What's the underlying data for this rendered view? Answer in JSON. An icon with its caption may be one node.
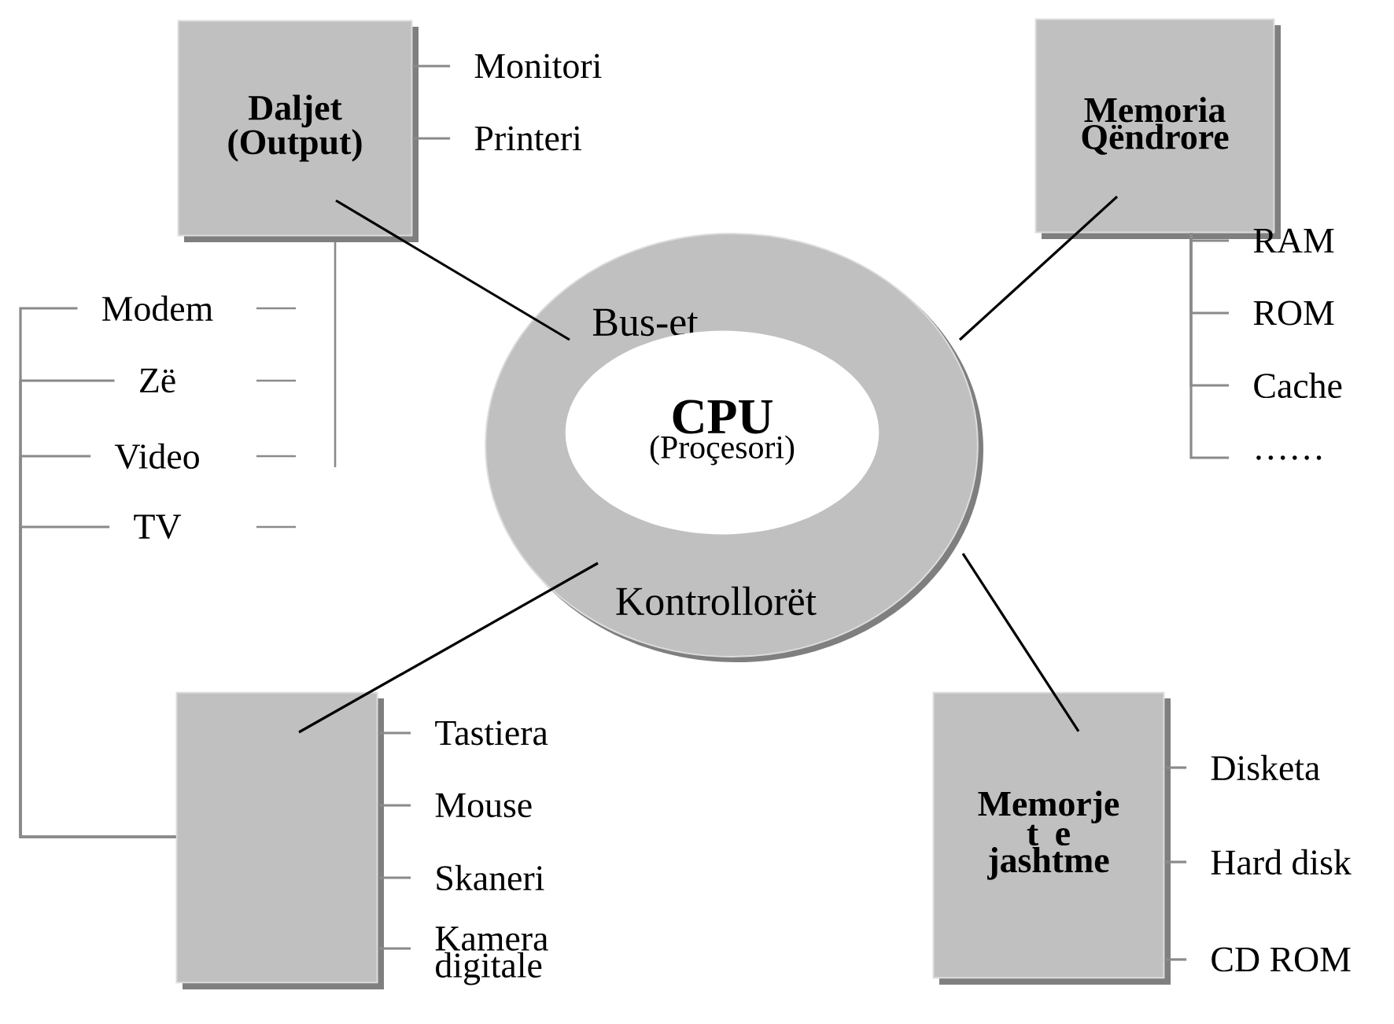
{
  "diagram": {
    "nodes": [
      {
        "text": [
          "Bus-et",
          "Kontrollorët"
        ]
      },
      {
        "text": [
          "CPU",
          "(Proçesori)"
        ],
        "in": 0
      },
      {
        "text": [
          "Daljet (Output)"
        ]
      },
      {
        "text": [
          "Monitori"
        ]
      },
      {
        "text": [
          "Printeri"
        ]
      },
      {
        "text": [
          "Memoria Qëndrore"
        ]
      },
      {
        "text": [
          "RAM"
        ]
      },
      {
        "text": [
          "ROM"
        ]
      },
      {
        "text": [
          "Cache"
        ]
      },
      {
        "text": [
          "……"
        ]
      },
      {
        "text": [
          "Modem"
        ]
      },
      {
        "text": [
          "Zë"
        ]
      },
      {
        "text": [
          "Video"
        ]
      },
      {
        "text": [
          "TV"
        ]
      },
      {
        "text": [],
        "shape": "box"
      },
      {
        "text": [
          "Tastiera"
        ]
      },
      {
        "text": [
          "Mouse"
        ]
      },
      {
        "text": [
          "Skaneri"
        ]
      },
      {
        "text": [
          "Kamera digitale"
        ]
      },
      {
        "text": [
          "Memorje t e jashtme"
        ]
      },
      {
        "text": [
          "Disketa"
        ]
      },
      {
        "text": [
          "Hard disk"
        ]
      },
      {
        "text": [
          "CD ROM"
        ]
      }
    ],
    "edges": [
      {
        "from": 2,
        "to": 0,
        "arrow": "none",
        "color": "#000000"
      },
      {
        "from": 5,
        "to": 0,
        "arrow": "none",
        "color": "#000000"
      },
      {
        "from": 14,
        "to": 0,
        "arrow": "none",
        "color": "#000000"
      },
      {
        "from": 19,
        "to": 0,
        "arrow": "none",
        "color": "#000000"
      },
      {
        "from": 2,
        "to": 3,
        "arrow": "none"
      },
      {
        "from": 2,
        "to": 4,
        "arrow": "none"
      },
      {
        "from": 5,
        "to": 6,
        "arrow": "none"
      },
      {
        "from": 5,
        "to": 7,
        "arrow": "none"
      },
      {
        "from": 5,
        "to": 8,
        "arrow": "none"
      },
      {
        "from": 5,
        "to": 9,
        "arrow": "none"
      },
      {
        "from": 14,
        "to": 10,
        "arrow": "none"
      },
      {
        "from": 14,
        "to": 11,
        "arrow": "none"
      },
      {
        "from": 14,
        "to": 12,
        "arrow": "none"
      },
      {
        "from": 14,
        "to": 13,
        "arrow": "none"
      },
      {
        "from": 14,
        "to": 15,
        "arrow": "none"
      },
      {
        "from": 14,
        "to": 16,
        "arrow": "none"
      },
      {
        "from": 14,
        "to": 17,
        "arrow": "none"
      },
      {
        "from": 14,
        "to": 18,
        "arrow": "none"
      },
      {
        "from": 19,
        "to": 20,
        "arrow": "none"
      },
      {
        "from": 19,
        "to": 21,
        "arrow": "none"
      },
      {
        "from": 19,
        "to": 22,
        "arrow": "none"
      }
    ]
  }
}
